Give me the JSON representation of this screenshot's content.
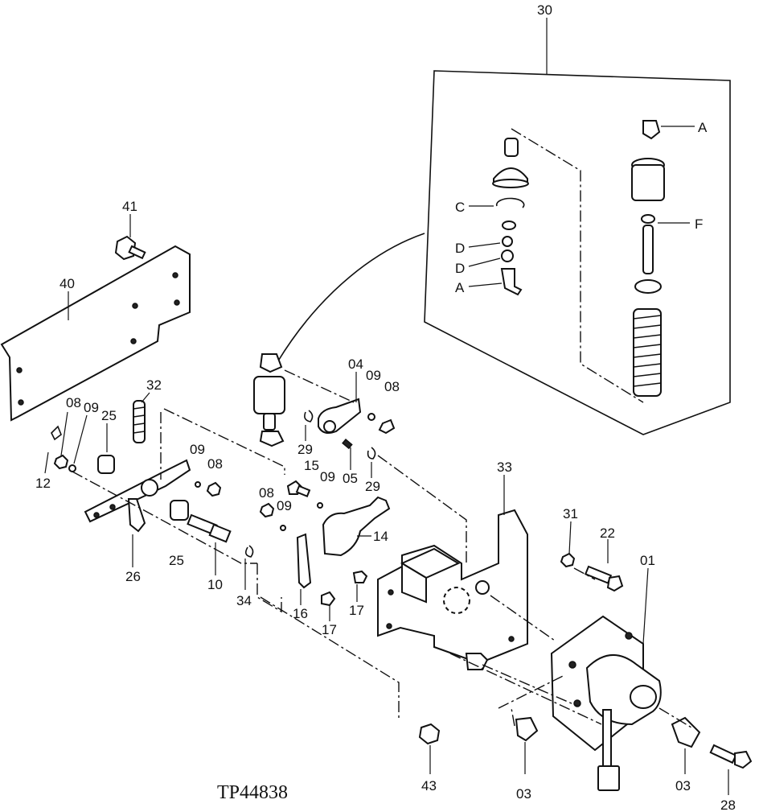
{
  "diagram": {
    "reference_code": "TP44838",
    "callouts": {
      "c30": "30",
      "cA1": "A",
      "cC": "C",
      "cF": "F",
      "cD1": "D",
      "cD2": "D",
      "cA2": "A",
      "c41": "41",
      "c40": "40",
      "c04": "04",
      "c09a": "09",
      "c08a": "08",
      "c32": "32",
      "c08b": "08",
      "c09b": "09",
      "c25a": "25",
      "c12": "12",
      "c29a": "29",
      "c15": "15",
      "c05": "05",
      "c09c": "09",
      "c29b": "29",
      "c09d": "09",
      "c08c": "08",
      "c08d": "08",
      "c09e": "09",
      "c14": "14",
      "c26": "26",
      "c25b": "25",
      "c10": "10",
      "c34": "34",
      "c16": "16",
      "c17a": "17",
      "c17b": "17",
      "c33": "33",
      "c31": "31",
      "c22": "22",
      "c01": "01",
      "c43": "43",
      "c03a": "03",
      "c03b": "03",
      "c28": "28"
    }
  }
}
